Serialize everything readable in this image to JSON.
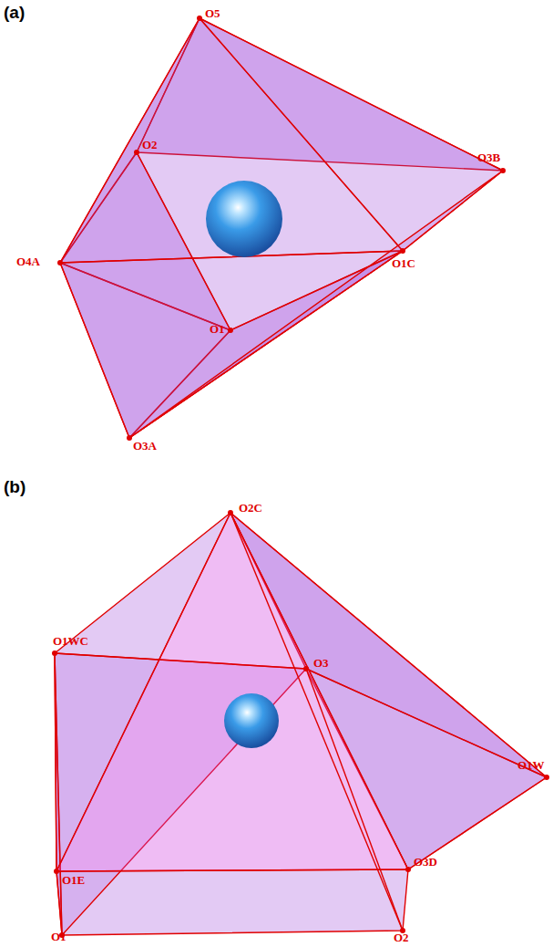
{
  "diagram": {
    "labels": [
      "(a)",
      "O5",
      "O2",
      "O3B",
      "O4A",
      "O1C",
      "O1",
      "O3A",
      "(b)",
      "O2C",
      "O1WC",
      "O3",
      "O1W",
      "O1E",
      "O3D",
      "O1",
      "O2"
    ]
  }
}
